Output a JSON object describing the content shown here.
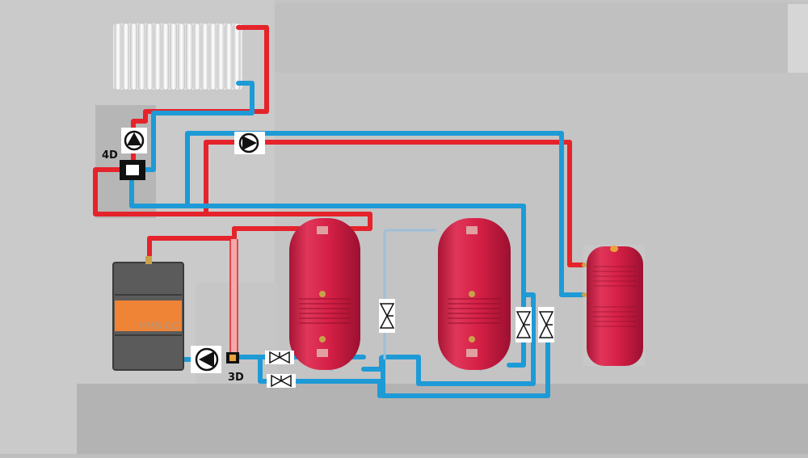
{
  "diagram": {
    "boiler_label": "HVS LC",
    "labels": {
      "mixing_valve_4d": "4D",
      "loading_valve_3d": "3D"
    },
    "colors": {
      "supply": "#e5232b",
      "return": "#1e9ad6",
      "boiler_body": "#5b5b5b",
      "boiler_panel": "#ef8436",
      "tank": "#d62046",
      "background": "#bdbdbd"
    },
    "icons": [
      "radiator-icon",
      "circulation-pump-icon",
      "mixing-valve-icon",
      "shutoff-valve-icon",
      "buffer-tank-icon",
      "hot-water-cylinder-icon",
      "boiler-icon"
    ]
  }
}
